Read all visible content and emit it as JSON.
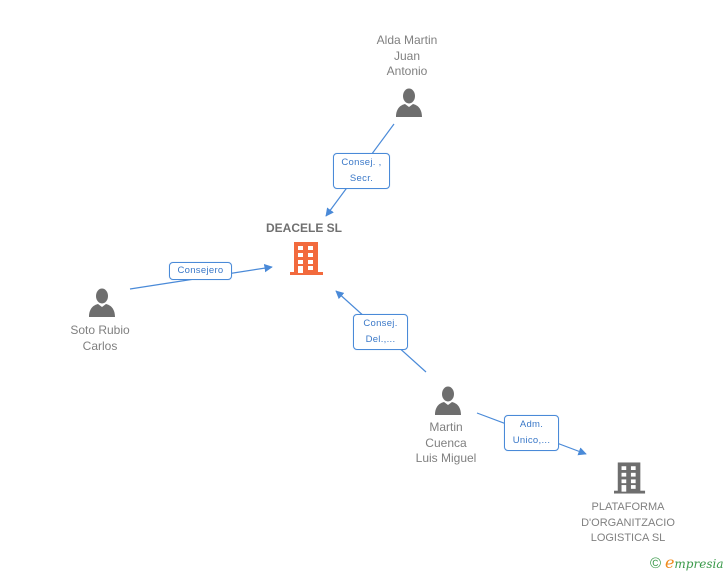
{
  "colors": {
    "edge": "#4a8ad8",
    "edge_label_text": "#3a78c8",
    "person_icon": "#6e6e6e",
    "focus_company_icon": "#f26a3d",
    "company_icon": "#6e6e6e",
    "node_text": "#808080"
  },
  "nodes": {
    "deacele": {
      "type": "company",
      "focus": true,
      "title": "DEACELE SL",
      "icon": "building-icon"
    },
    "alda": {
      "type": "person",
      "icon": "person-icon",
      "name_lines": [
        "Alda Martin",
        "Juan",
        "Antonio"
      ]
    },
    "soto": {
      "type": "person",
      "icon": "person-icon",
      "name_lines": [
        "Soto Rubio",
        "Carlos"
      ]
    },
    "martin": {
      "type": "person",
      "icon": "person-icon",
      "name_lines": [
        "Martin",
        "Cuenca",
        "Luis Miguel"
      ]
    },
    "plataforma": {
      "type": "company",
      "focus": false,
      "icon": "building-icon",
      "name_lines": [
        "PLATAFORMA",
        "D'ORGANITZACIO",
        "LOGISTICA  SL"
      ]
    }
  },
  "edges": [
    {
      "from": "alda",
      "to": "deacele",
      "label_lines": [
        "Consej. ,",
        "Secr."
      ]
    },
    {
      "from": "soto",
      "to": "deacele",
      "label_lines": [
        "Consejero"
      ]
    },
    {
      "from": "martin",
      "to": "deacele",
      "label_lines": [
        "Consej.",
        "Del.,..."
      ]
    },
    {
      "from": "martin",
      "to": "plataforma",
      "label_lines": [
        "Adm.",
        "Unico,..."
      ]
    }
  ],
  "watermark": {
    "copyright_symbol": "©",
    "brand_initial": "e",
    "brand_rest": "mpresia"
  }
}
